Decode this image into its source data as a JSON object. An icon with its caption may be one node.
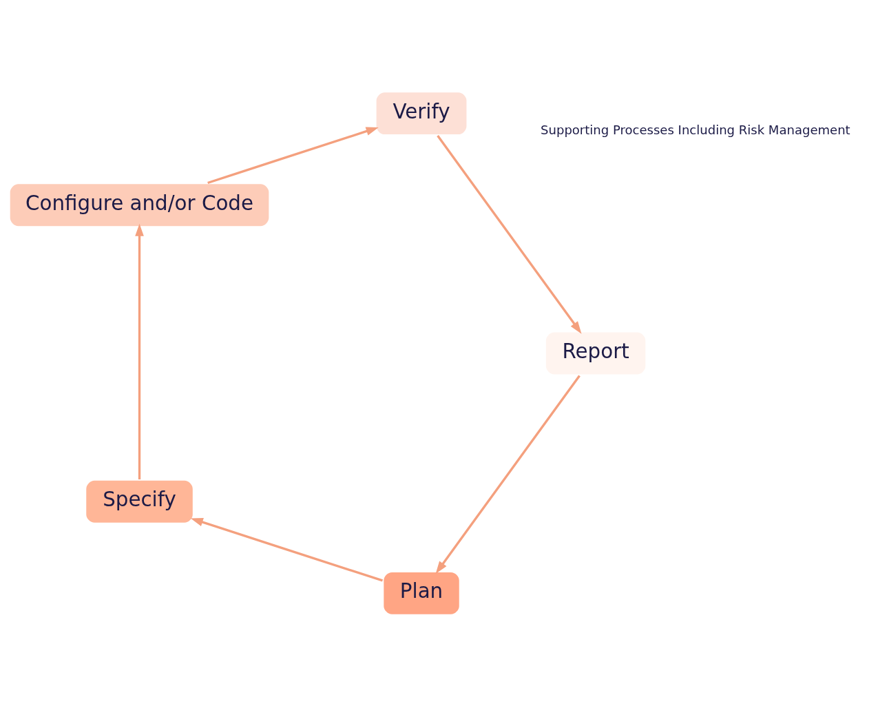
{
  "diagram": {
    "nodes": [
      {
        "text": [
          "Plan"
        ]
      },
      {
        "text": [
          "Specify"
        ]
      },
      {
        "text": [
          "Configure and/or Code"
        ]
      },
      {
        "text": [
          "Verify"
        ]
      },
      {
        "text": [
          "Report"
        ]
      }
    ],
    "edges": [
      {
        "from": 0,
        "to": 1,
        "arrow": "to"
      },
      {
        "from": 1,
        "to": 2,
        "arrow": "to"
      },
      {
        "from": 2,
        "to": 3,
        "arrow": "to"
      },
      {
        "from": 3,
        "to": 4,
        "arrow": "to"
      },
      {
        "from": 4,
        "to": 0,
        "arrow": "to"
      }
    ],
    "labels": [
      "Supporting Processes Including Risk Management"
    ]
  }
}
